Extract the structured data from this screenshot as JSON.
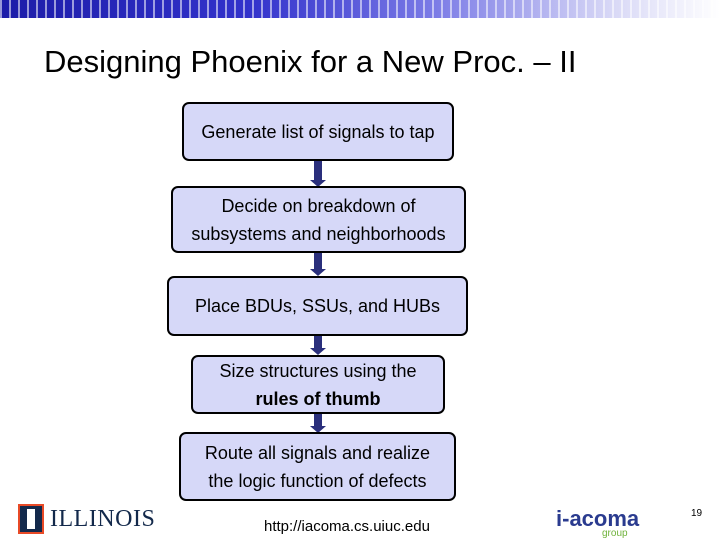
{
  "slide": {
    "title": "Designing Phoenix for a New Proc. – II"
  },
  "flow": {
    "steps": [
      {
        "lines": [
          "Generate list of signals to tap"
        ]
      },
      {
        "lines": [
          "Decide on breakdown of",
          "subsystems and neighborhoods"
        ]
      },
      {
        "lines": [
          "Place BDUs, SSUs, and HUBs"
        ]
      },
      {
        "lines": [
          "Size structures using the",
          "rules of thumb"
        ]
      },
      {
        "lines": [
          "Route all signals and realize",
          "the logic function of defects"
        ]
      }
    ]
  },
  "footer": {
    "url": "http://iacoma.cs.uiuc.edu",
    "page_number": "19",
    "illinois_logo_text": "ILLINOIS",
    "acoma_logo_text": "i-acoma",
    "acoma_logo_sub": "group"
  },
  "colors": {
    "box_fill": "#d6d8f8",
    "arrow": "#2a2f7c",
    "header_band": "#3333cc"
  }
}
